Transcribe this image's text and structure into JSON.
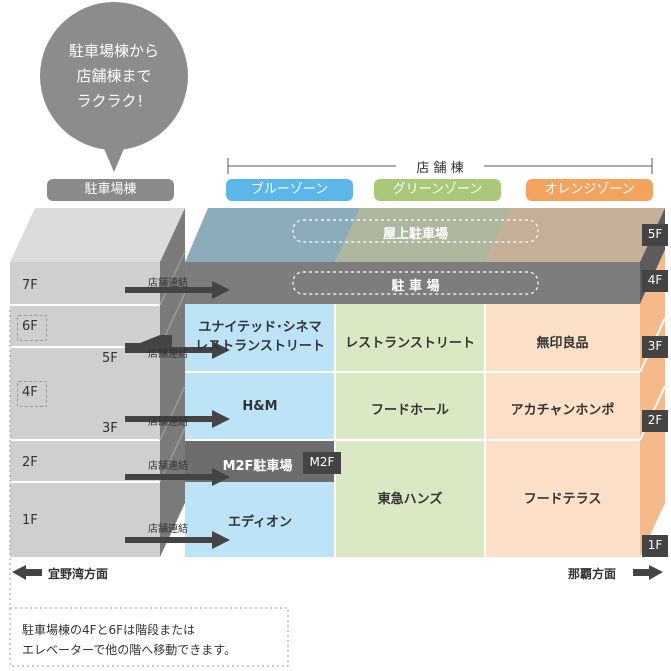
{
  "bubble": {
    "lines": [
      "駐車場棟から",
      "店舗棟まで",
      "ラクラク！"
    ]
  },
  "parking_building": {
    "label": "駐車場棟"
  },
  "store_building": {
    "label": "店 舗 棟"
  },
  "zones": {
    "blue": "ブルーゾーン",
    "green": "グリーンゾーン",
    "orange": "オレンジゾーン"
  },
  "colors": {
    "blue": "#5ab7e8",
    "green": "#a9c978",
    "orange": "#f2a35d",
    "parking": "#9a9a9a"
  },
  "rooftop": "屋上駐車場",
  "parking_floor": "駐 車 場",
  "parking_floors": {
    "f7": "7F",
    "f6": "6F",
    "f5": "5F",
    "f4": "4F",
    "f3": "3F",
    "f2": "2F",
    "f1": "1F"
  },
  "connection_label": "店舗連結",
  "stores": {
    "blue_3f_line1": "ユナイテッド･シネマ",
    "blue_3f_line2": "レストランストリート",
    "blue_2f": "H&M",
    "blue_m2f": "M2F駐車場",
    "blue_1f": "エディオン",
    "green_3f": "レストランストリート",
    "green_2f": "フードホール",
    "green_1f": "東急ハンズ",
    "orange_3f": "無印良品",
    "orange_2f": "アカチャンホンポ",
    "orange_1f": "フードテラス"
  },
  "store_floors": {
    "f5": "5F",
    "f4": "4F",
    "f3": "3F",
    "f2": "2F",
    "f1": "1F",
    "m2f": "M2F"
  },
  "directions": {
    "left": "宜野湾方面",
    "right": "那覇方面"
  },
  "note": {
    "line1": "駐車場棟の4Fと6Fは階段または",
    "line2": "エレベーターで他の階へ移動できます。"
  }
}
